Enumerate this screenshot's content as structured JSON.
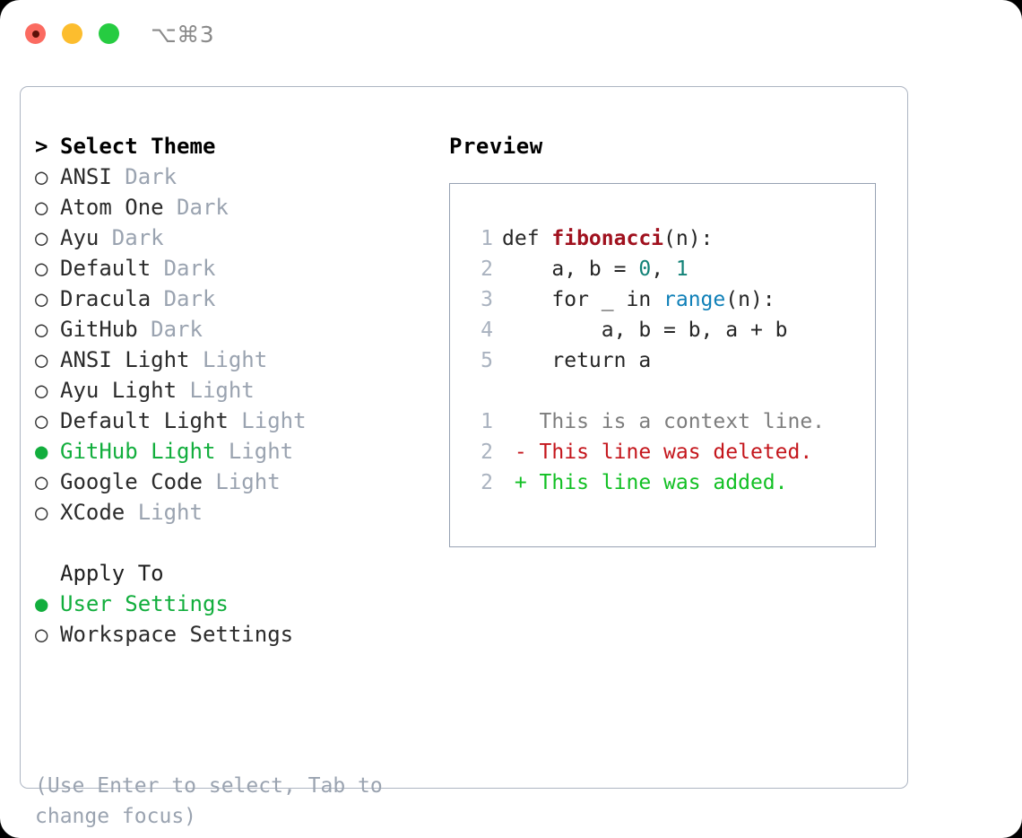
{
  "titlebar": {
    "lights": [
      {
        "name": "close-button",
        "color": "#fb6b61"
      },
      {
        "name": "minimize-button",
        "color": "#fcbd2e"
      },
      {
        "name": "maximize-button",
        "color": "#26cc41"
      }
    ],
    "shortcut": "⌥⌘3"
  },
  "theme_list": {
    "header_marker": ">",
    "header": "Select Theme",
    "items": [
      {
        "marker": "○",
        "name": "ANSI",
        "category": "Dark",
        "selected": false
      },
      {
        "marker": "○",
        "name": "Atom One",
        "category": "Dark",
        "selected": false
      },
      {
        "marker": "○",
        "name": "Ayu",
        "category": "Dark",
        "selected": false
      },
      {
        "marker": "○",
        "name": "Default",
        "category": "Dark",
        "selected": false
      },
      {
        "marker": "○",
        "name": "Dracula",
        "category": "Dark",
        "selected": false
      },
      {
        "marker": "○",
        "name": "GitHub",
        "category": "Dark",
        "selected": false
      },
      {
        "marker": "○",
        "name": "ANSI Light",
        "category": "Light",
        "selected": false
      },
      {
        "marker": "○",
        "name": "Ayu Light",
        "category": "Light",
        "selected": false
      },
      {
        "marker": "○",
        "name": "Default Light",
        "category": "Light",
        "selected": false
      },
      {
        "marker": "●",
        "name": "GitHub Light",
        "category": "Light",
        "selected": true
      },
      {
        "marker": "○",
        "name": "Google Code",
        "category": "Light",
        "selected": false
      },
      {
        "marker": "○",
        "name": "XCode",
        "category": "Light",
        "selected": false
      }
    ]
  },
  "apply_to": {
    "title": "Apply To",
    "items": [
      {
        "marker": "●",
        "label": "User Settings",
        "selected": true
      },
      {
        "marker": "○",
        "label": "Workspace Settings",
        "selected": false
      }
    ]
  },
  "hint": "(Use Enter to select, Tab to change focus)",
  "preview": {
    "title": "Preview",
    "code_lines": [
      {
        "number": "1",
        "tokens": [
          {
            "text": "def ",
            "kind": "plain"
          },
          {
            "text": "fibonacci",
            "kind": "fn"
          },
          {
            "text": "(n):",
            "kind": "plain"
          }
        ]
      },
      {
        "number": "2",
        "tokens": [
          {
            "text": "    a, b = ",
            "kind": "plain"
          },
          {
            "text": "0",
            "kind": "num"
          },
          {
            "text": ", ",
            "kind": "plain"
          },
          {
            "text": "1",
            "kind": "num"
          }
        ]
      },
      {
        "number": "3",
        "tokens": [
          {
            "text": "    for _ in ",
            "kind": "plain"
          },
          {
            "text": "range",
            "kind": "call"
          },
          {
            "text": "(n):",
            "kind": "plain"
          }
        ]
      },
      {
        "number": "4",
        "tokens": [
          {
            "text": "        a, b = b, a + b",
            "kind": "plain"
          }
        ]
      },
      {
        "number": "5",
        "tokens": [
          {
            "text": "    return a",
            "kind": "plain"
          }
        ]
      },
      {
        "blank": true
      },
      {
        "number": "1",
        "tokens": [
          {
            "text": "   This is a context line.",
            "kind": "ctx"
          }
        ]
      },
      {
        "number": "2",
        "tokens": [
          {
            "text": " - This line was deleted.",
            "kind": "del"
          }
        ]
      },
      {
        "number": "2",
        "tokens": [
          {
            "text": " + This line was added.",
            "kind": "add"
          }
        ]
      }
    ]
  },
  "colors": {
    "accent_green": "#12ae3d",
    "diff_add": "#12c024",
    "diff_del": "#c4161c",
    "muted": "#9aa3b0",
    "border": "#adb5c2"
  }
}
